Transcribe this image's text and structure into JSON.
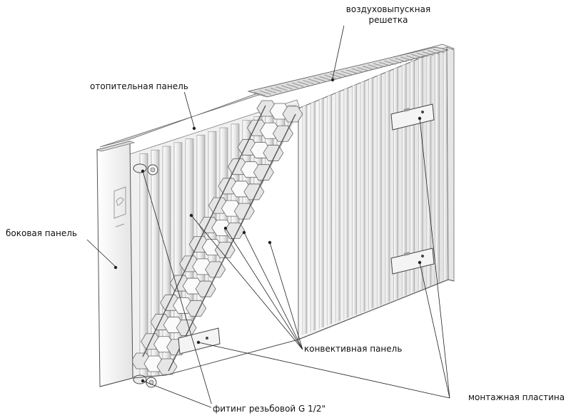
{
  "labels": {
    "air_grille_line1": "воздуховыпускная",
    "air_grille_line2": "решетка",
    "heating_panel": "отопительная панель",
    "side_panel": "боковая панель",
    "convection_panel": "конвективная панель",
    "mounting_plate": "монтажная пластина",
    "fitting": "фитинг резьбовой G 1/2\""
  },
  "colors": {
    "line": "#222222",
    "outline": "#555555",
    "panel_light": "#f4f4f4",
    "panel_mid": "#dcdcdc",
    "panel_dark": "#b8b8b8"
  }
}
